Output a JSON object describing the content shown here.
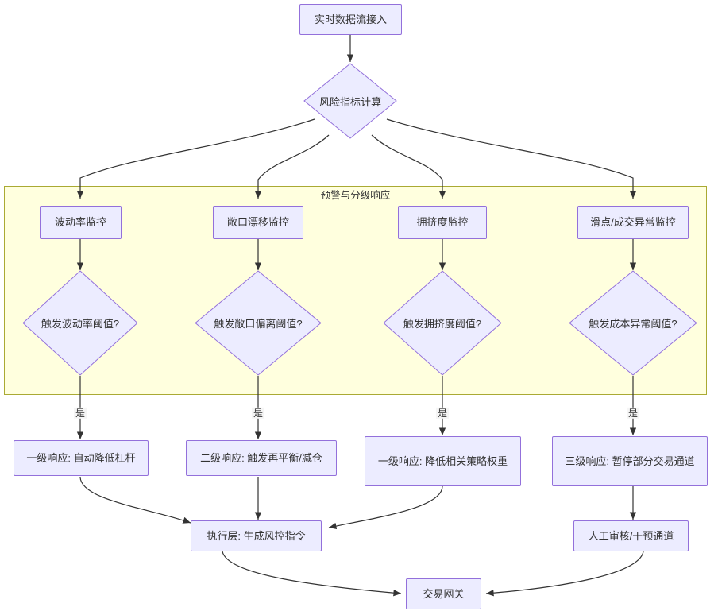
{
  "diagram": {
    "type": "flowchart",
    "title_visible": false,
    "colors": {
      "node_fill": "#ececff",
      "node_border": "#9370db",
      "subgraph_fill": "#ffffde",
      "subgraph_border": "#aaaa33",
      "edge_stroke": "#333333",
      "text": "#333333",
      "canvas": "#ffffff"
    },
    "subgraph": {
      "label": "预警与分级响应"
    },
    "nodes": {
      "ingest": "实时数据流接入",
      "risk_calc": "风险指标计算",
      "monitor_vol": "波动率监控",
      "monitor_exposure": "敞口漂移监控",
      "monitor_crowding": "拥挤度监控",
      "monitor_slippage": "滑点/成交异常监控",
      "decide_vol": "触发波动率阈值?",
      "decide_exposure": "触发敞口偏离阈值?",
      "decide_crowding": "触发拥挤度阈值?",
      "decide_cost": "触发成本异常阈值?",
      "resp_level1_leverage": "一级响应: 自动降低杠杆",
      "resp_level2_rebalance": "二级响应: 触发再平衡/减仓",
      "resp_level1_weight": "一级响应: 降低相关策略权重",
      "resp_level3_suspend": "三级响应: 暂停部分交易通道",
      "execution": "执行层: 生成风控指令",
      "manual_review": "人工审核/干预通道",
      "gateway": "交易网关"
    },
    "edge_labels": {
      "yes_vol": "是",
      "yes_exposure": "是",
      "yes_crowding": "是",
      "yes_cost": "是"
    }
  }
}
